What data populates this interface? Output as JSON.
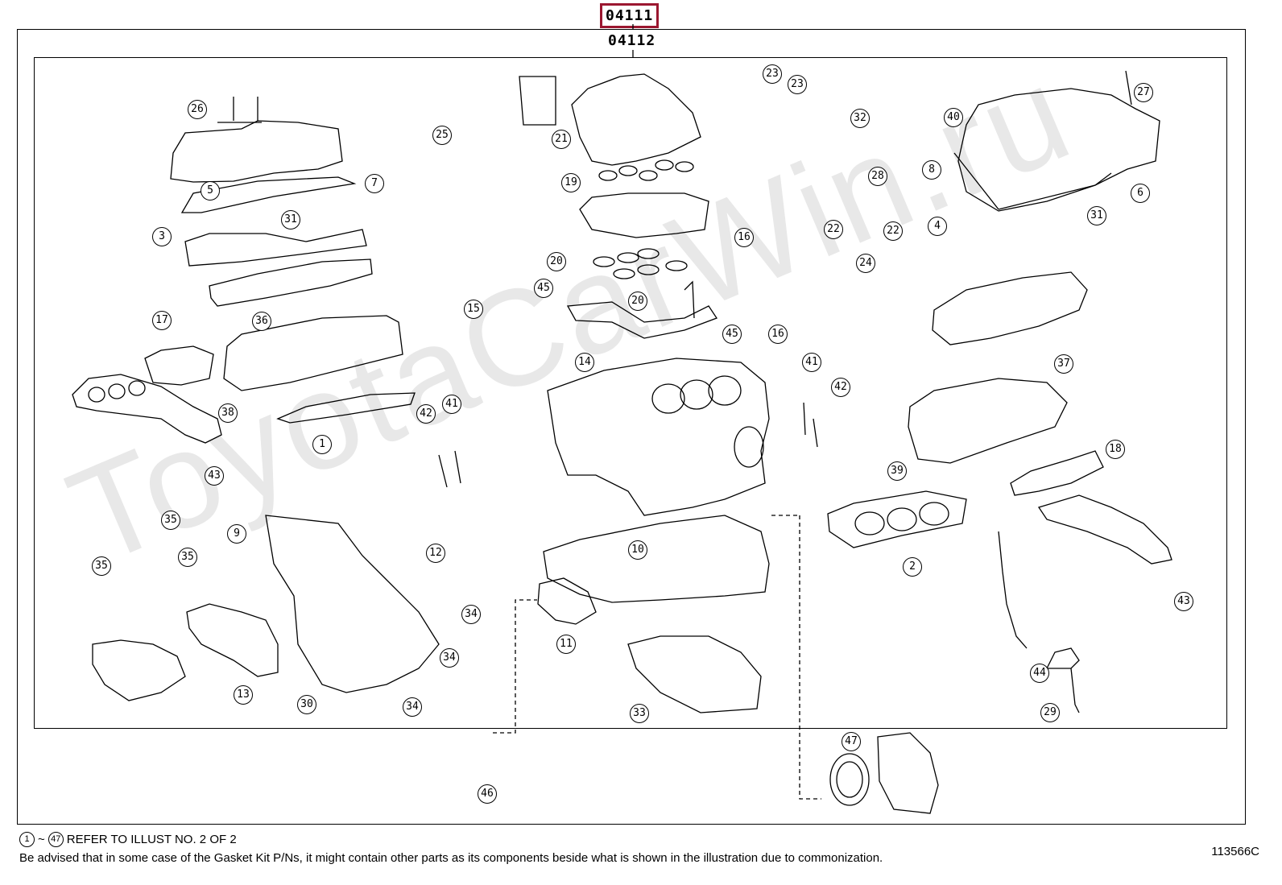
{
  "watermark": "ToyotaCarWin.ru",
  "codes": {
    "kit": "04111",
    "sub_kit": "04112"
  },
  "callouts": [
    {
      "id": "26",
      "label": "26"
    },
    {
      "id": "25",
      "label": "25"
    },
    {
      "id": "21",
      "label": "21"
    },
    {
      "id": "23a",
      "label": "23"
    },
    {
      "id": "23b",
      "label": "23"
    },
    {
      "id": "27",
      "label": "27"
    },
    {
      "id": "40",
      "label": "40"
    },
    {
      "id": "32",
      "label": "32"
    },
    {
      "id": "7",
      "label": "7"
    },
    {
      "id": "5",
      "label": "5"
    },
    {
      "id": "19",
      "label": "19"
    },
    {
      "id": "28",
      "label": "28"
    },
    {
      "id": "8",
      "label": "8"
    },
    {
      "id": "6",
      "label": "6"
    },
    {
      "id": "31a",
      "label": "31"
    },
    {
      "id": "3",
      "label": "3"
    },
    {
      "id": "22a",
      "label": "22"
    },
    {
      "id": "22b",
      "label": "22"
    },
    {
      "id": "4",
      "label": "4"
    },
    {
      "id": "31b",
      "label": "31"
    },
    {
      "id": "16a",
      "label": "16"
    },
    {
      "id": "24",
      "label": "24"
    },
    {
      "id": "20a",
      "label": "20"
    },
    {
      "id": "45a",
      "label": "45"
    },
    {
      "id": "20b",
      "label": "20"
    },
    {
      "id": "36",
      "label": "36"
    },
    {
      "id": "17",
      "label": "17"
    },
    {
      "id": "15",
      "label": "15"
    },
    {
      "id": "45b",
      "label": "45"
    },
    {
      "id": "16b",
      "label": "16"
    },
    {
      "id": "14",
      "label": "14"
    },
    {
      "id": "41a",
      "label": "41"
    },
    {
      "id": "37",
      "label": "37"
    },
    {
      "id": "42a",
      "label": "42"
    },
    {
      "id": "38",
      "label": "38"
    },
    {
      "id": "41b",
      "label": "41"
    },
    {
      "id": "42b",
      "label": "42"
    },
    {
      "id": "1",
      "label": "1"
    },
    {
      "id": "39",
      "label": "39"
    },
    {
      "id": "18",
      "label": "18"
    },
    {
      "id": "43a",
      "label": "43"
    },
    {
      "id": "35a",
      "label": "35"
    },
    {
      "id": "9",
      "label": "9"
    },
    {
      "id": "12",
      "label": "12"
    },
    {
      "id": "10",
      "label": "10"
    },
    {
      "id": "2",
      "label": "2"
    },
    {
      "id": "35b",
      "label": "35"
    },
    {
      "id": "35c",
      "label": "35"
    },
    {
      "id": "43b",
      "label": "43"
    },
    {
      "id": "34a",
      "label": "34"
    },
    {
      "id": "11",
      "label": "11"
    },
    {
      "id": "34b",
      "label": "34"
    },
    {
      "id": "13",
      "label": "13"
    },
    {
      "id": "44",
      "label": "44"
    },
    {
      "id": "30",
      "label": "30"
    },
    {
      "id": "33",
      "label": "33"
    },
    {
      "id": "34c",
      "label": "34"
    },
    {
      "id": "29",
      "label": "29"
    },
    {
      "id": "47",
      "label": "47"
    },
    {
      "id": "46",
      "label": "46"
    }
  ],
  "footer": {
    "range_start": "1",
    "range_sep": "~",
    "range_end": "47",
    "refer_text": "REFER TO ILLUST NO. 2 OF 2",
    "disclaimer": "Be advised that in some case of the Gasket Kit P/Ns,  it might contain other parts as its components beside what is shown in the illustration due to commonization.",
    "illustration_no": "113566C"
  }
}
